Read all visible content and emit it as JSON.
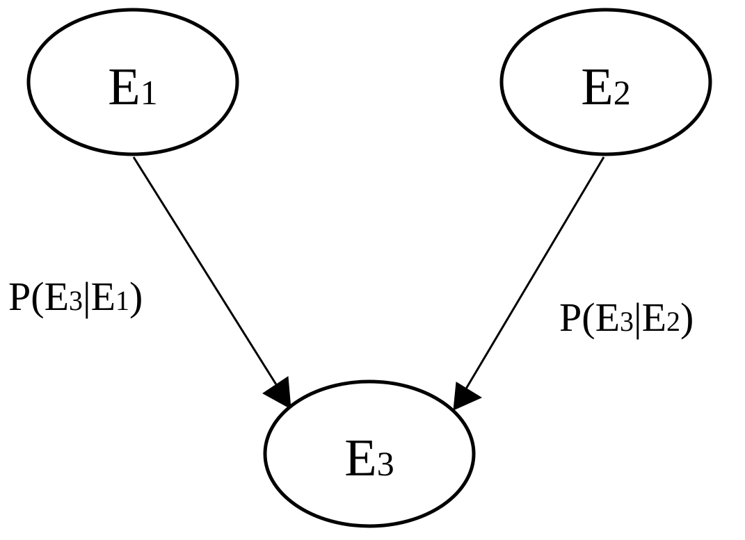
{
  "nodes": {
    "e1": {
      "main": "E",
      "sub": "1"
    },
    "e2": {
      "main": "E",
      "sub": "2"
    },
    "e3": {
      "main": "E",
      "sub": "3"
    }
  },
  "edges": {
    "e1_to_e3": {
      "from": "e1",
      "to": "e3",
      "label": {
        "open": "P(E",
        "sub_a": "3",
        "mid": "|E",
        "sub_b": "1",
        "close": ")"
      }
    },
    "e2_to_e3": {
      "from": "e2",
      "to": "e3",
      "label": {
        "open": "P(E",
        "sub_a": "3",
        "mid": "|E",
        "sub_b": "2",
        "close": ")"
      }
    }
  },
  "colors": {
    "stroke": "#000000",
    "fill": "#ffffff",
    "text": "#000000"
  }
}
